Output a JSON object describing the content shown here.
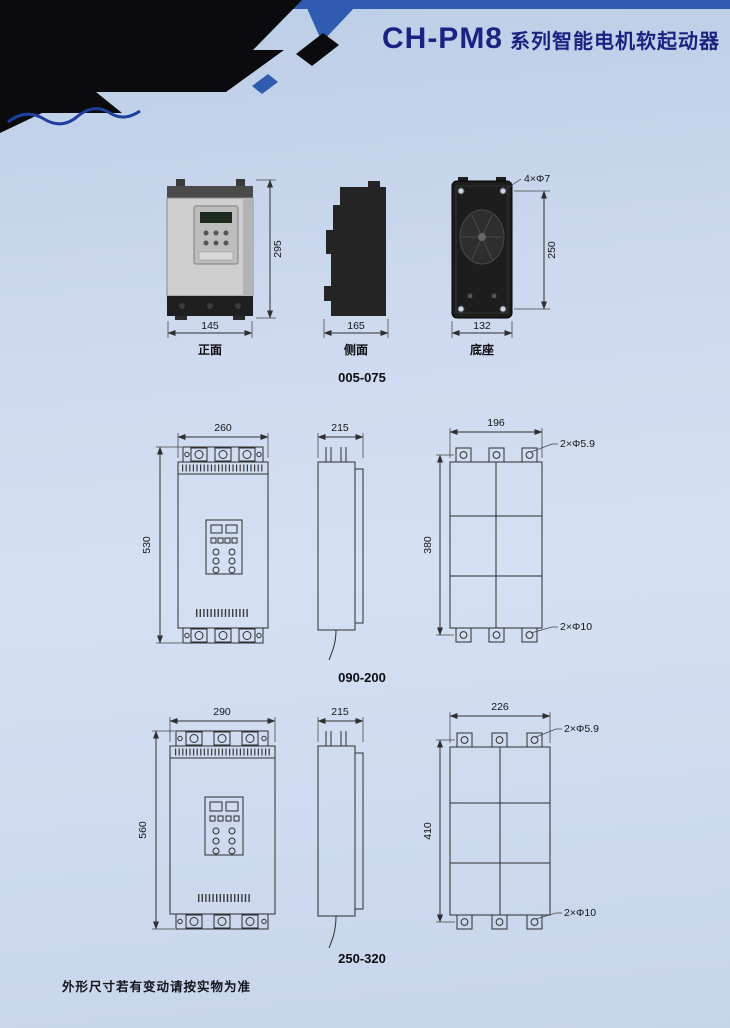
{
  "page": {
    "title_model": "CH-PM8",
    "title_text": "系列智能电机软起动器",
    "footer_note": "外形尺寸若有变动请按实物为准"
  },
  "sections": [
    {
      "range": "005-075",
      "front": {
        "label": "正面",
        "width": "145",
        "height": "295"
      },
      "side": {
        "label": "侧面",
        "width": "165"
      },
      "base": {
        "label": "底座",
        "width": "132",
        "height": "250",
        "holes": "4×Φ7"
      }
    },
    {
      "range": "090-200",
      "front": {
        "width": "260",
        "height": "530"
      },
      "side": {
        "depth": "215"
      },
      "rear": {
        "width": "196",
        "hole_span": "380",
        "holes_top": "2×Φ5.9",
        "holes_bottom": "2×Φ10"
      }
    },
    {
      "range": "250-320",
      "front": {
        "width": "290",
        "height": "560"
      },
      "side": {
        "depth": "215"
      },
      "rear": {
        "width": "226",
        "hole_span": "410",
        "holes_top": "2×Φ5.9",
        "holes_bottom": "2×Φ10"
      }
    }
  ]
}
